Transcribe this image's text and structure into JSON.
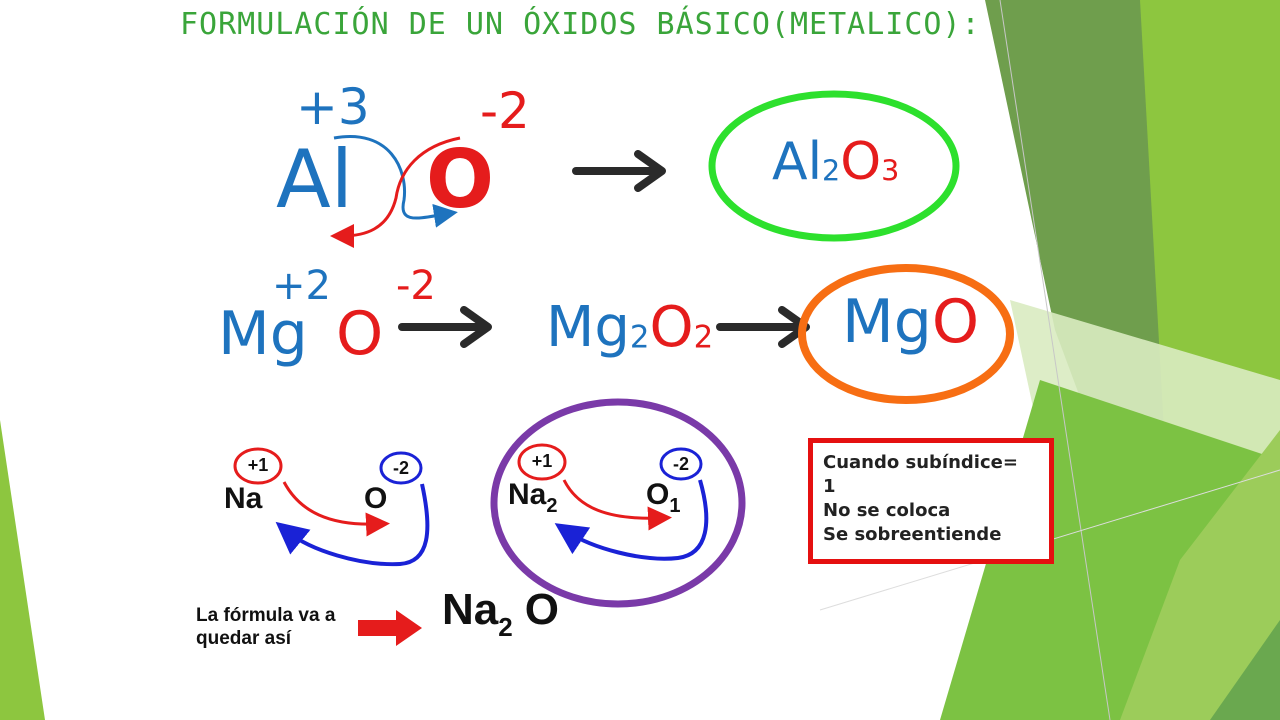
{
  "title": "FORMULACIÓN DE UN ÓXIDOS BÁSICO(METALICO):",
  "colors": {
    "blue": "#1e73be",
    "red": "#e51c1c",
    "green_ring": "#2de02d",
    "orange_ring": "#f76e13",
    "purple_ring": "#7a3aa8",
    "note_border": "#e51010",
    "accent_green": "#8dc63f"
  },
  "aluminium": {
    "metal_charge": "+3",
    "oxygen_charge": "-2",
    "metal": "Al",
    "oxygen": "O",
    "result": {
      "metal": "Al",
      "metal_sub": "2",
      "oxygen": "O",
      "oxygen_sub": "3"
    }
  },
  "magnesium": {
    "metal_charge": "+2",
    "oxygen_charge": "-2",
    "metal": "Mg",
    "oxygen": "O",
    "intermediate": {
      "metal": "Mg",
      "metal_sub": "2",
      "oxygen": "O",
      "oxygen_sub": "2"
    },
    "result": {
      "metal": "Mg",
      "oxygen": "O"
    }
  },
  "sodium_left": {
    "metal_charge": "+1",
    "oxygen_charge": "-2",
    "metal": "Na",
    "oxygen": "O"
  },
  "sodium_right": {
    "metal_charge": "+1",
    "oxygen_charge": "-2",
    "metal": "Na",
    "metal_sub": "2",
    "oxygen": "O",
    "oxygen_sub": "1"
  },
  "formula_caption": {
    "line1": "La fórmula va a",
    "line2": "quedar así",
    "metal": "Na",
    "metal_sub": "2",
    "oxygen": "O"
  },
  "note": {
    "line1": "Cuando subíndice=",
    "line2": "1",
    "line3": "No se coloca",
    "line4": "Se sobreentiende"
  }
}
